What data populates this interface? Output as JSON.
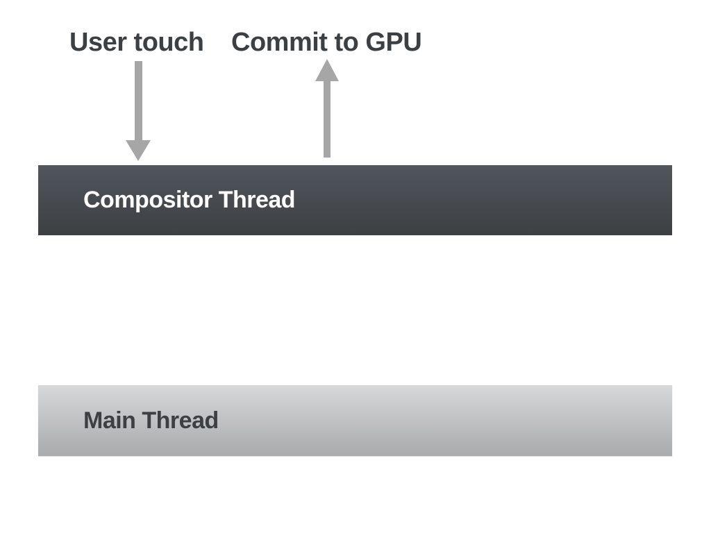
{
  "diagram": {
    "type": "thread-timeline-diagram",
    "annotations": {
      "user_touch": {
        "label": "User touch",
        "arrow_direction": "down",
        "points_to": "Compositor Thread"
      },
      "commit_to_gpu": {
        "label": "Commit to GPU",
        "arrow_direction": "up",
        "points_from": "Compositor Thread"
      }
    },
    "lanes": {
      "compositor": {
        "label": "Compositor Thread",
        "gradient_top": "#51565d",
        "gradient_bottom": "#3c4043",
        "text_color": "#ffffff"
      },
      "main": {
        "label": "Main Thread",
        "gradient_top": "#d6d8d9",
        "gradient_bottom": "#a8abac",
        "text_color": "#3c4043"
      }
    },
    "colors": {
      "background": "#ffffff",
      "arrow": "#a6a6a6",
      "annotation_text": "#3c4043"
    }
  }
}
